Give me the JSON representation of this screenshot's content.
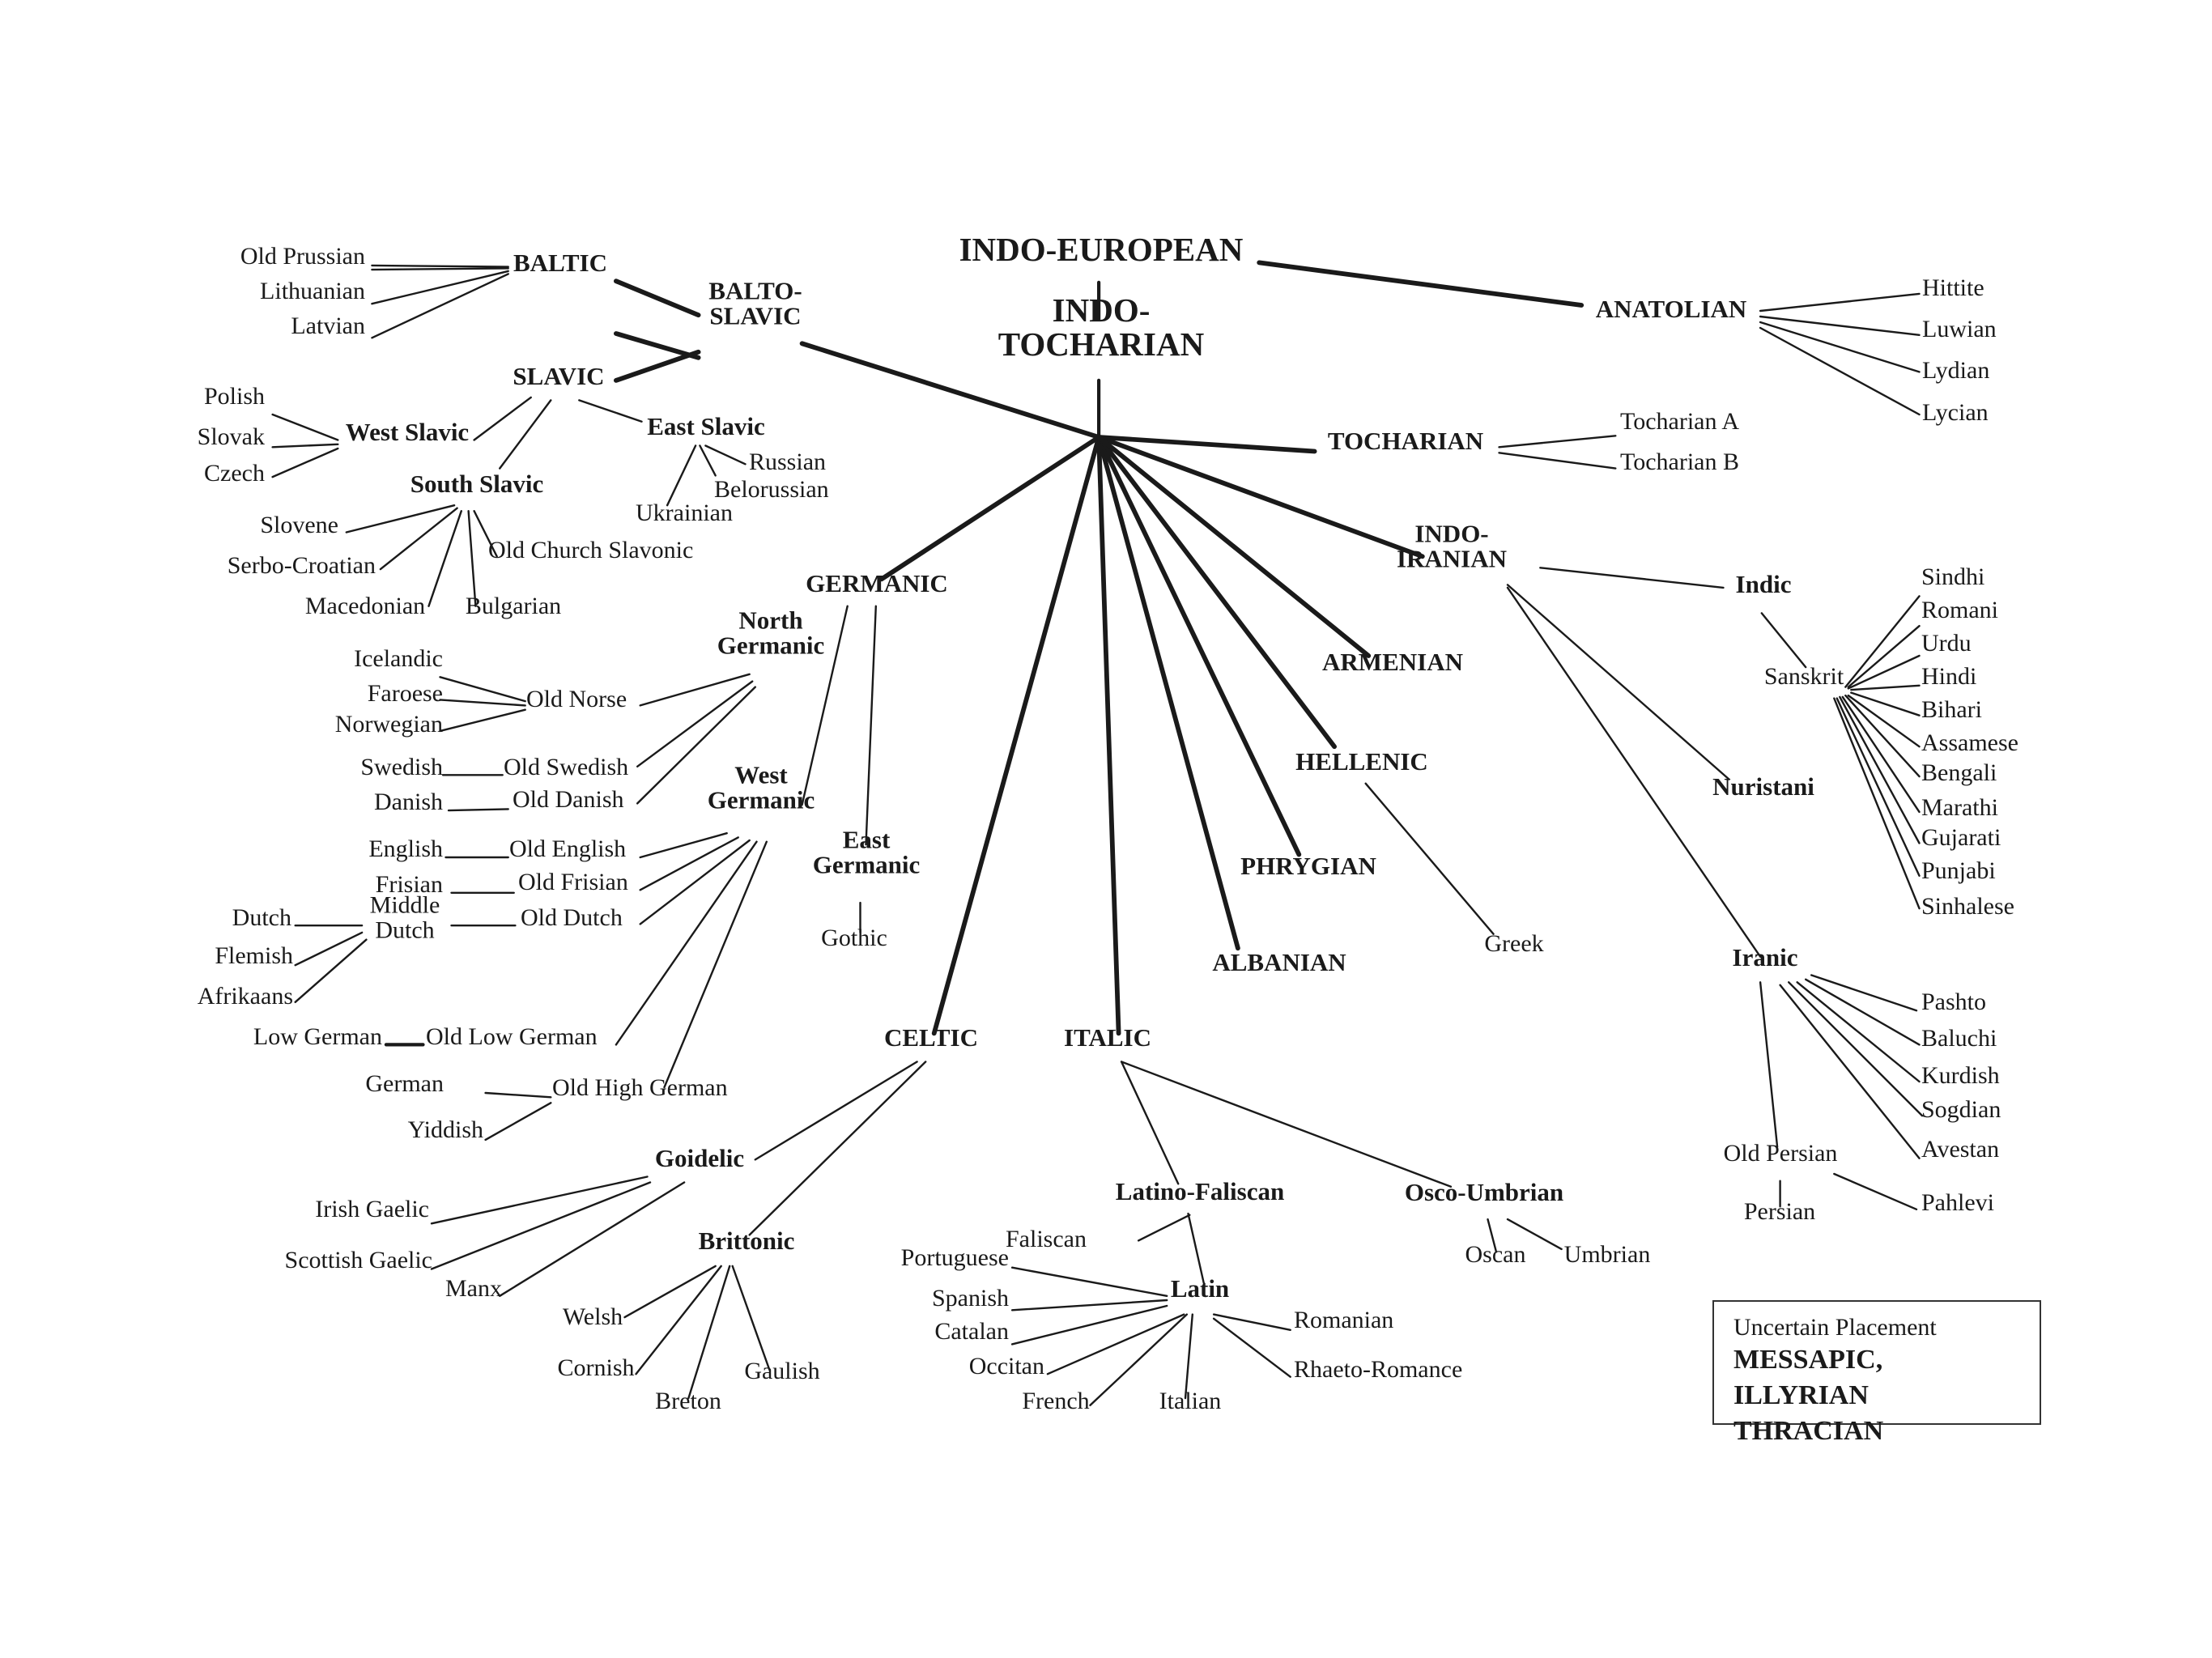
{
  "nodes": {
    "indo_european": "INDO-EUROPEAN",
    "indo_tocharian": [
      "INDO-",
      "TOCHARIAN"
    ],
    "anatolian": "ANATOLIAN",
    "hittite": "Hittite",
    "luwian": "Luwian",
    "lydian": "Lydian",
    "lycian": "Lycian",
    "tocharian": "TOCHARIAN",
    "tocharian_a": "Tocharian A",
    "tocharian_b": "Tocharian B",
    "baltic": "BALTIC",
    "old_prussian": "Old Prussian",
    "lithuanian": "Lithuanian",
    "latvian": "Latvian",
    "balto_slavic": [
      "BALTO-",
      "SLAVIC"
    ],
    "slavic": "SLAVIC",
    "west_slavic": "West Slavic",
    "polish": "Polish",
    "slovak": "Slovak",
    "czech": "Czech",
    "east_slavic": "East Slavic",
    "russian": "Russian",
    "belorussian": "Belorussian",
    "ukrainian": "Ukrainian",
    "south_slavic": "South Slavic",
    "slovene": "Slovene",
    "serbo_croatian": "Serbo-Croatian",
    "macedonian": "Macedonian",
    "bulgarian": "Bulgarian",
    "old_church_slavonic": "Old Church Slavonic",
    "germanic": "GERMANIC",
    "north_germanic": [
      "North",
      "Germanic"
    ],
    "icelandic": "Icelandic",
    "faroese": "Faroese",
    "norwegian": "Norwegian",
    "old_norse": "Old Norse",
    "swedish": "Swedish",
    "old_swedish": "Old Swedish",
    "danish": "Danish",
    "old_danish": "Old Danish",
    "west_germanic": [
      "West",
      "Germanic"
    ],
    "english": "English",
    "old_english": "Old English",
    "frisian": "Frisian",
    "old_frisian": "Old Frisian",
    "dutch": "Dutch",
    "middle_dutch": [
      "Middle",
      "Dutch"
    ],
    "old_dutch": "Old Dutch",
    "flemish": "Flemish",
    "afrikaans": "Afrikaans",
    "low_german": "Low German",
    "old_low_german": "Old Low German",
    "german": "German",
    "old_high_german": "Old High German",
    "yiddish": "Yiddish",
    "east_germanic": [
      "East",
      "Germanic"
    ],
    "gothic": "Gothic",
    "celtic": "CELTIC",
    "goidelic": "Goidelic",
    "irish_gaelic": "Irish Gaelic",
    "scottish_gaelic": "Scottish Gaelic",
    "manx": "Manx",
    "brittonic": "Brittonic",
    "welsh": "Welsh",
    "cornish": "Cornish",
    "breton": "Breton",
    "gaulish": "Gaulish",
    "italic": "ITALIC",
    "latino_faliscan": "Latino-Faliscan",
    "faliscan": "Faliscan",
    "latin": "Latin",
    "portuguese": "Portuguese",
    "spanish": "Spanish",
    "catalan": "Catalan",
    "occitan": "Occitan",
    "french": "French",
    "italian": "Italian",
    "romanian": "Romanian",
    "rhaeto_romance": "Rhaeto-Romance",
    "osco_umbrian": "Osco-Umbrian",
    "oscan": "Oscan",
    "umbrian": "Umbrian",
    "albanian": "ALBANIAN",
    "phrygian": "PHRYGIAN",
    "hellenic": "HELLENIC",
    "greek": "Greek",
    "armenian": "ARMENIAN",
    "indo_iranian": [
      "INDO-",
      "IRANIAN"
    ],
    "indic": "Indic",
    "sanskrit": "Sanskrit",
    "sindhi": "Sindhi",
    "romani": "Romani",
    "urdu": "Urdu",
    "hindi": "Hindi",
    "bihari": "Bihari",
    "assamese": "Assamese",
    "bengali": "Bengali",
    "marathi": "Marathi",
    "gujarati": "Gujarati",
    "punjabi": "Punjabi",
    "sinhalese": "Sinhalese",
    "nuristani": "Nuristani",
    "iranic": "Iranic",
    "pashto": "Pashto",
    "baluchi": "Baluchi",
    "kurdish": "Kurdish",
    "sogdian": "Sogdian",
    "avestan": "Avestan",
    "old_persian": "Old Persian",
    "persian": "Persian",
    "pahlevi": "Pahlevi"
  },
  "uncertain_box": {
    "title": "Uncertain Placement",
    "line1": "MESSAPIC, ILLYRIAN",
    "line2": "THRACIAN"
  }
}
